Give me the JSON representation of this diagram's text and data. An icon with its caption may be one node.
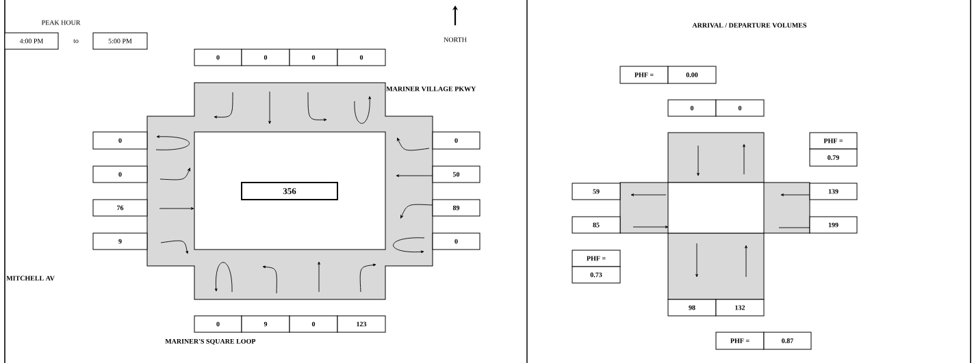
{
  "diagram": {
    "nodes": [
      {
        "text": [
          "4:00 PM"
        ]
      },
      {
        "text": [
          "5:00 PM"
        ]
      },
      {
        "text": [
          "0"
        ]
      },
      {
        "text": [
          "0"
        ]
      },
      {
        "text": [
          "0"
        ]
      },
      {
        "text": [
          "0"
        ]
      },
      {
        "text": [
          "PHF ="
        ]
      },
      {
        "text": [
          "0.00"
        ]
      },
      {
        "text": [
          "0"
        ]
      },
      {
        "text": [
          "0"
        ]
      },
      {
        "text": [
          "0"
        ]
      },
      {
        "text": [
          "0"
        ]
      },
      {
        "text": [
          "PHF ="
        ]
      },
      {
        "text": [
          "0.79"
        ]
      },
      {
        "text": [
          "0"
        ]
      },
      {
        "text": [
          "50"
        ]
      },
      {
        "text": [
          "356"
        ]
      },
      {
        "text": [
          "59"
        ]
      },
      {
        "text": [
          "139"
        ]
      },
      {
        "text": [
          "76"
        ]
      },
      {
        "text": [
          "89"
        ]
      },
      {
        "text": [
          "85"
        ]
      },
      {
        "text": [
          "199"
        ]
      },
      {
        "text": [
          "9"
        ]
      },
      {
        "text": [
          "0"
        ]
      },
      {
        "text": [
          "PHF ="
        ]
      },
      {
        "text": [
          "0.73"
        ]
      },
      {
        "text": [
          "98"
        ]
      },
      {
        "text": [
          "132"
        ]
      },
      {
        "text": [
          "0"
        ]
      },
      {
        "text": [
          "9"
        ]
      },
      {
        "text": [
          "0"
        ]
      },
      {
        "text": [
          "123"
        ]
      },
      {
        "text": [
          "PHF ="
        ]
      },
      {
        "text": [
          "0.87"
        ]
      }
    ],
    "labels": [
      "PEAK HOUR",
      "ARRIVAL / DEPARTURE VOLUMES",
      "NORTH",
      "to",
      "MARINER VILLAGE PKWY",
      "MITCHELL AV",
      "MARINER'S SQUARE LOOP"
    ]
  }
}
